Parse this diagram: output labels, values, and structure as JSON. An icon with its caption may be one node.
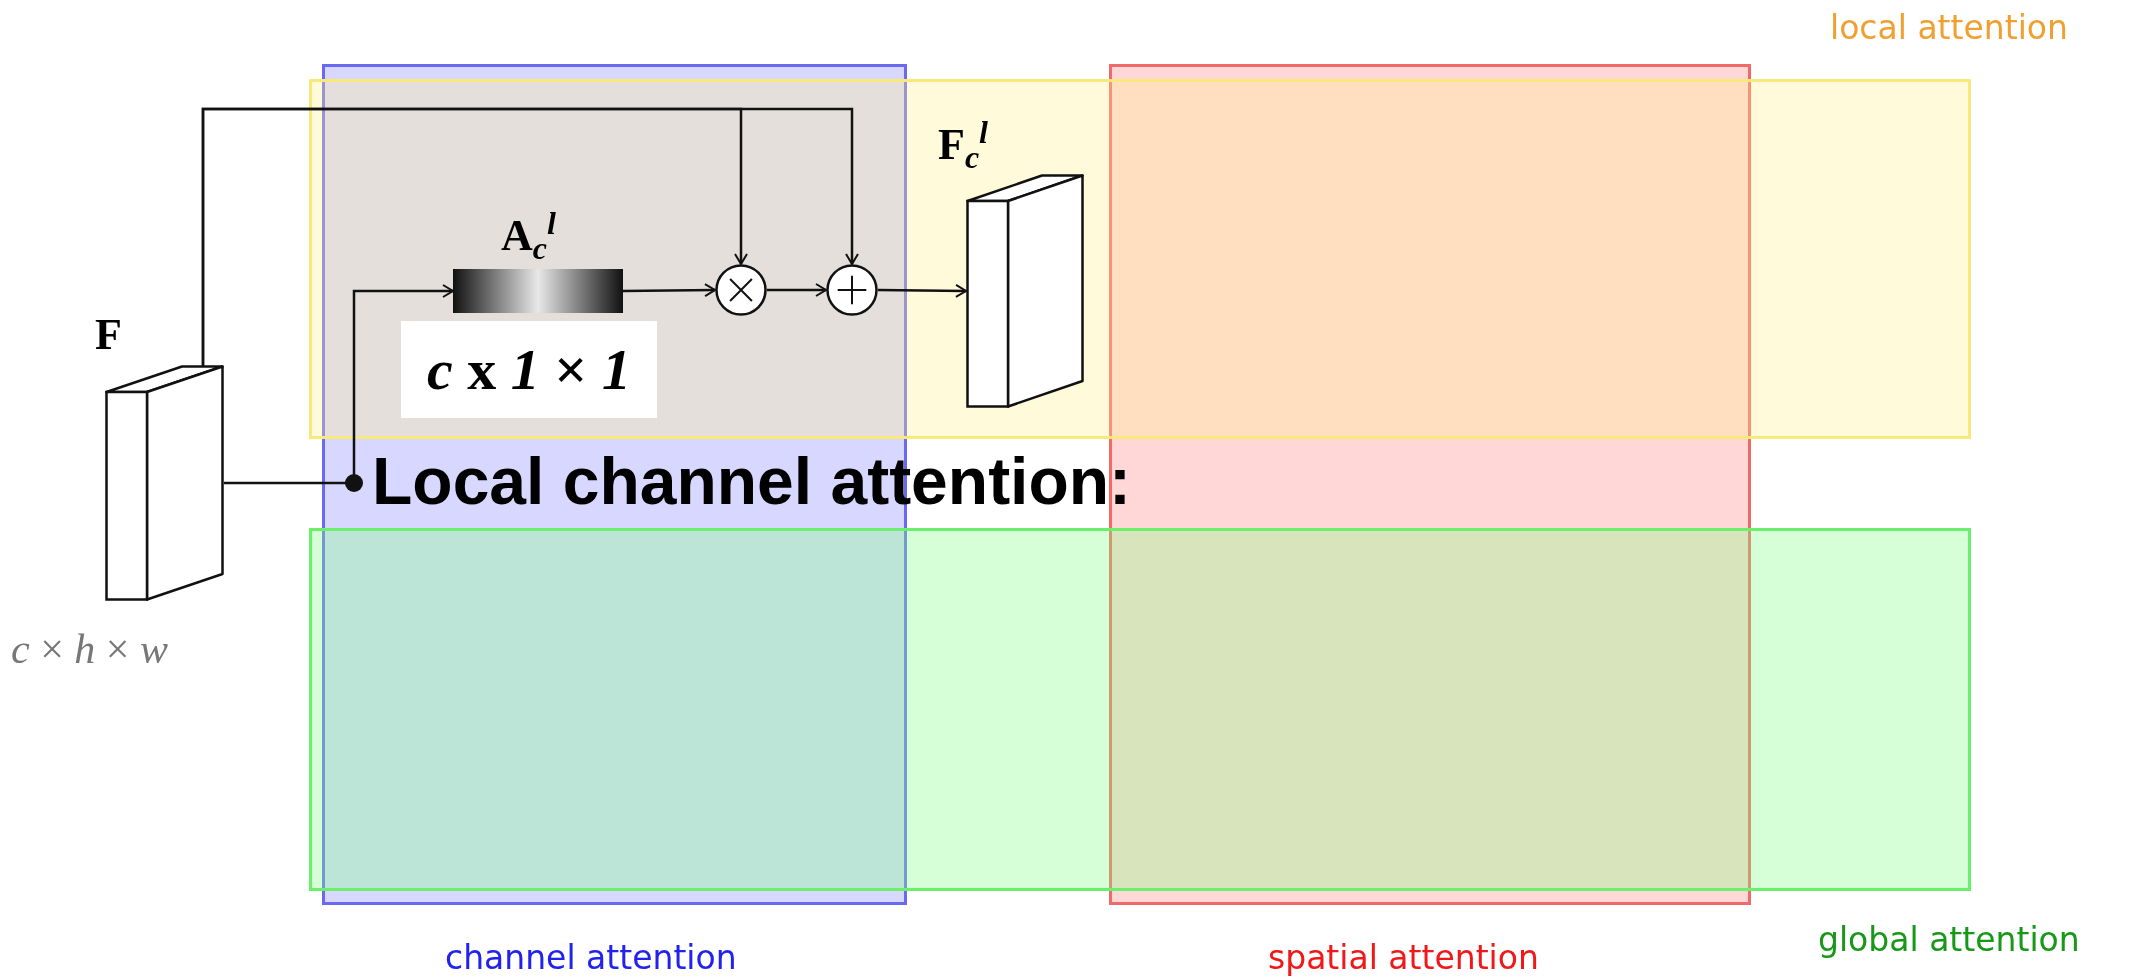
{
  "diagram": {
    "nodes": [
      {
        "text": [
          "F"
        ],
        "beside": [
          "*c* × *h* × *w*"
        ]
      },
      {
        "text": [
          "**A**$_{c}$$^{l}$"
        ],
        "beside": [
          "*c* x *1* × *1*"
        ]
      },
      {
        "text": [],
        "shape": "circle"
      },
      {
        "text": [],
        "shape": "circle"
      },
      {
        "text": [
          "**F**$_{c}$$^{l}$"
        ]
      }
    ],
    "edges": [
      {
        "from": 0,
        "to": 1,
        "arrow": "to"
      },
      {
        "from": 1,
        "to": 2,
        "arrow": "to"
      },
      {
        "from": 2,
        "to": 3,
        "arrow": "to"
      },
      {
        "from": 3,
        "to": 4,
        "arrow": "to"
      },
      {
        "from": 0,
        "to": 2,
        "arrow": "to"
      },
      {
        "from": 0,
        "to": 3,
        "arrow": "to"
      }
    ],
    "labels": [
      "local attention",
      "Local channel attention:",
      "global attention",
      "channel attention",
      "spatial attention"
    ]
  }
}
